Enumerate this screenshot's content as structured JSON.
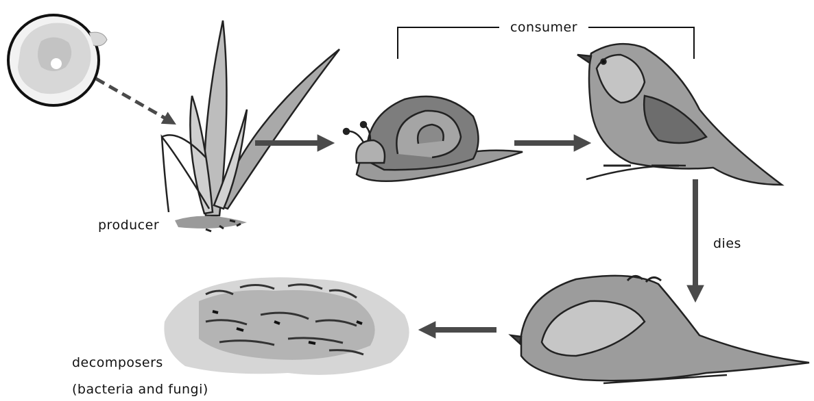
{
  "labels": {
    "consumer": "consumer",
    "producer": "producer",
    "dies": "dies",
    "decomposers": "decomposers",
    "decomposers_note": "(bacteria and fungi)"
  },
  "colors": {
    "ink": "#111111",
    "arrow": "#4a4a4a",
    "wash_light": "#d9d9d9",
    "wash_mid": "#a8a8a8",
    "wash_dark": "#6a6a6a"
  }
}
